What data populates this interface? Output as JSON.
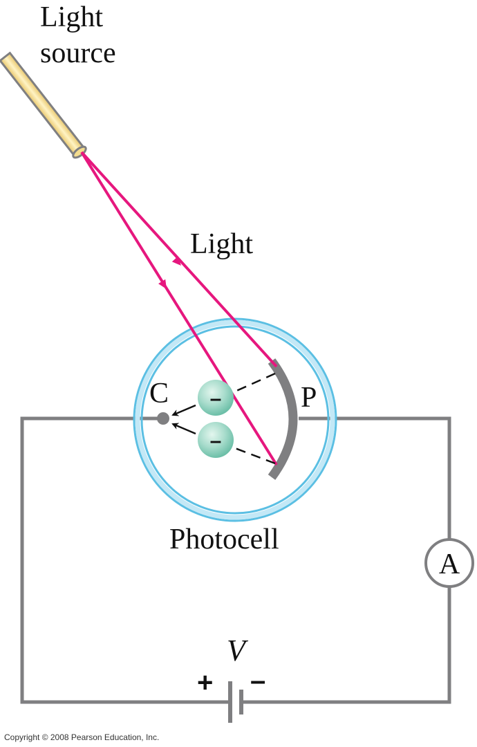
{
  "labels": {
    "light_source_line1": "Light",
    "light_source_line2": "source",
    "light": "Light",
    "cathode": "C",
    "plate": "P",
    "photocell": "Photocell",
    "ammeter": "A",
    "voltage": "V",
    "plus": "+",
    "minus": "–",
    "electron_charge": "–"
  },
  "footer": {
    "copyright": "Copyright © 2008 Pearson Education, Inc."
  },
  "colors": {
    "light_ray": "#e6177e",
    "wire": "#7f7f81",
    "glass": "#5bbfe3",
    "electron": "#a8dccc"
  }
}
